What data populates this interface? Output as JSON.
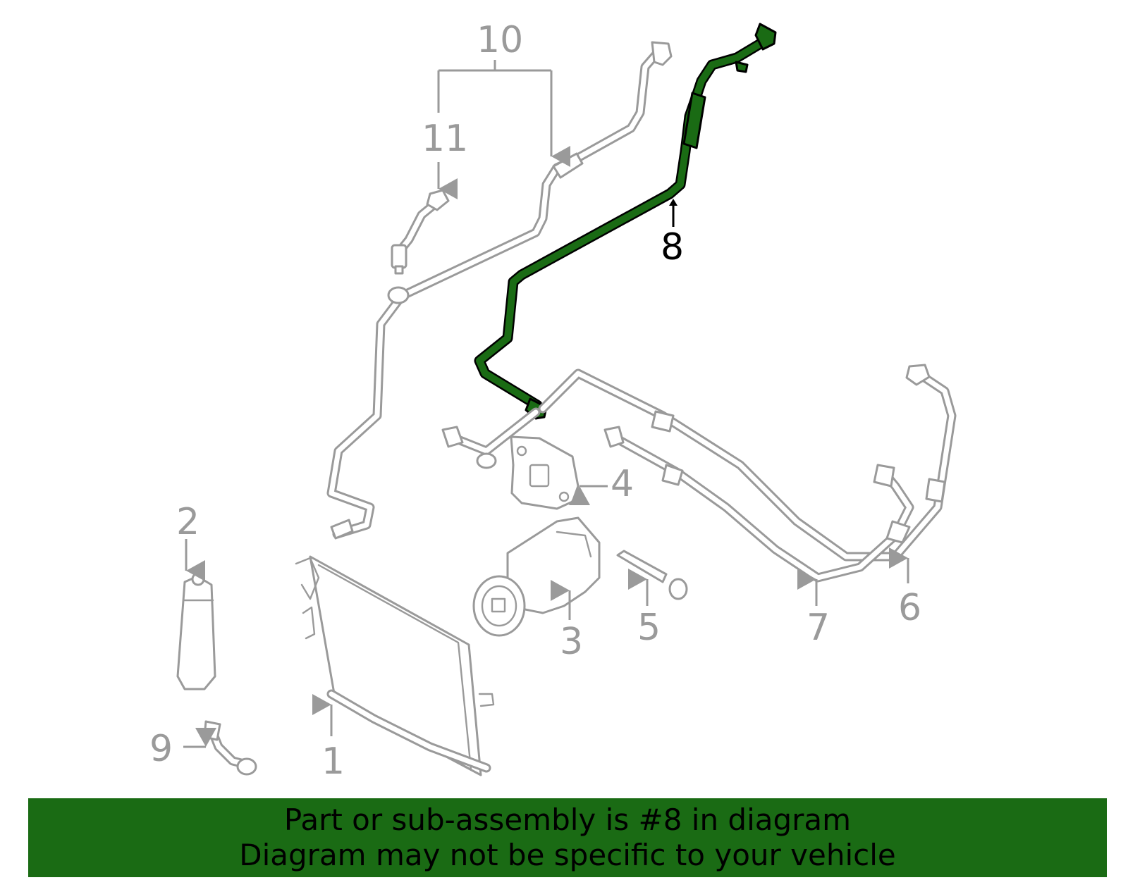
{
  "callouts": {
    "c1": "1",
    "c2": "2",
    "c3": "3",
    "c4": "4",
    "c5": "5",
    "c6": "6",
    "c7": "7",
    "c8": "8",
    "c9": "9",
    "c10": "10",
    "c11": "11"
  },
  "highlighted_part": "8",
  "colors": {
    "highlight": "#1a6b14",
    "part_outline": "#9a9a9a",
    "banner": "#1a6b14"
  },
  "banner": {
    "line1": "Part or sub-assembly is #8 in diagram",
    "line2": "Diagram may not be specific to your vehicle"
  }
}
